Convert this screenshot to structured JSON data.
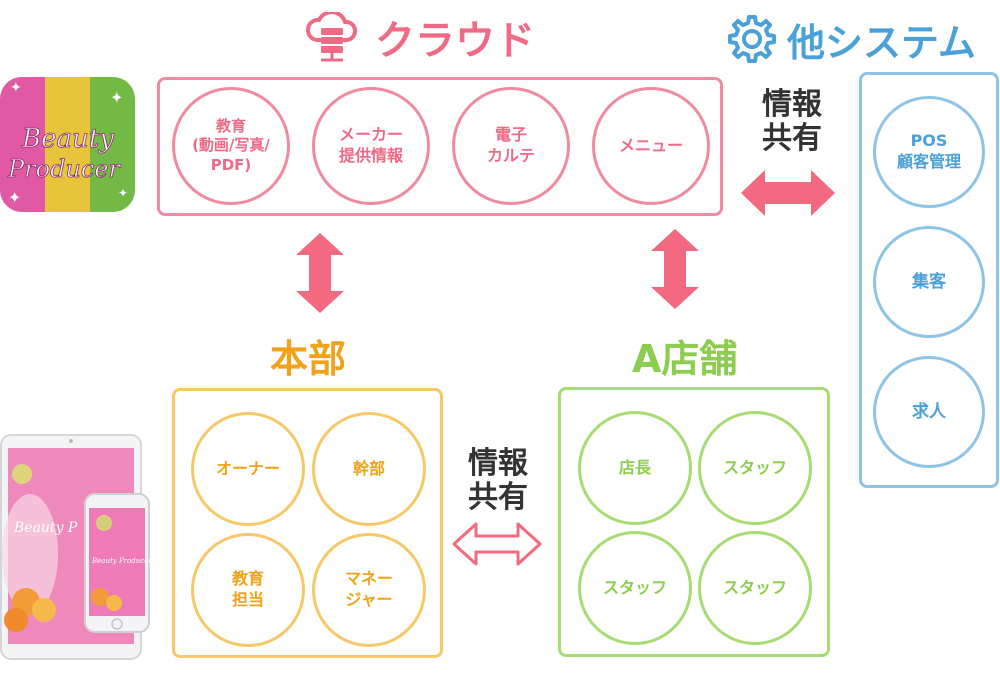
{
  "cloud": {
    "title": "クラウド",
    "items": [
      "教育\n(動画/写真/\nPDF)",
      "メーカー\n提供情報",
      "電子\nカルテ",
      "メニュー"
    ]
  },
  "other_system": {
    "title": "他システム",
    "items": [
      "POS\n顧客管理",
      "集客",
      "求人"
    ]
  },
  "share_label": "情報\n共有",
  "hq": {
    "title": "本部",
    "items": [
      "オーナー",
      "幹部",
      "教育\n担当",
      "マネー\nジャー"
    ]
  },
  "store": {
    "title": "A店舗",
    "items": [
      "店長",
      "スタッフ",
      "スタッフ",
      "スタッフ"
    ]
  },
  "logo": {
    "line1": "Beauty",
    "line2": "Producer"
  },
  "device_text": "Beauty P",
  "phone_text": "Beauty Producer",
  "colors": {
    "pink": "#f06a86",
    "yellow": "#f0a21a",
    "green": "#8ccc4e",
    "blue": "#4aa0d8",
    "arrow_pink": "#f36a80"
  }
}
